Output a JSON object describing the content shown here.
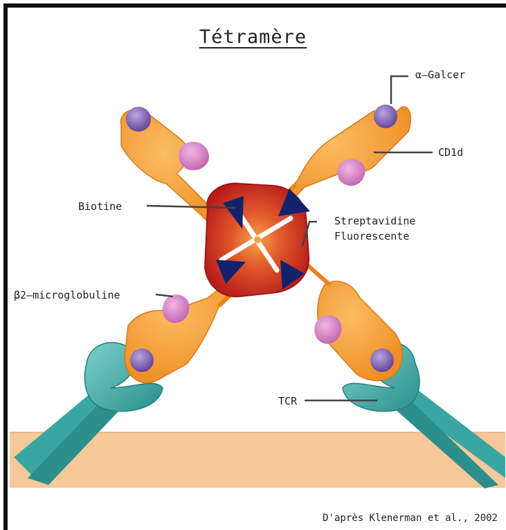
{
  "title": "Tétramère",
  "labels": {
    "galcer": "α–Galcer",
    "cd1d": "CD1d",
    "biotine": "Biotine",
    "streptavidine_line1": "Streptavidine",
    "streptavidine_line2": "Fluorescente",
    "b2m": "β2–microglobuline",
    "tcr": "TCR"
  },
  "credit": "D'après Klenerman et al., 2002",
  "colors": {
    "cd1d": "#f49a2a",
    "cd1d_outline": "#d9781a",
    "b2m": "#d77cc3",
    "galcer": "#7b5aa6",
    "streptavidin": "#c8241f",
    "biotin": "#13226b",
    "tcr": "#3aa6a1",
    "tcr_dark": "#1f7f7c",
    "membrane": "#f6c89a"
  }
}
